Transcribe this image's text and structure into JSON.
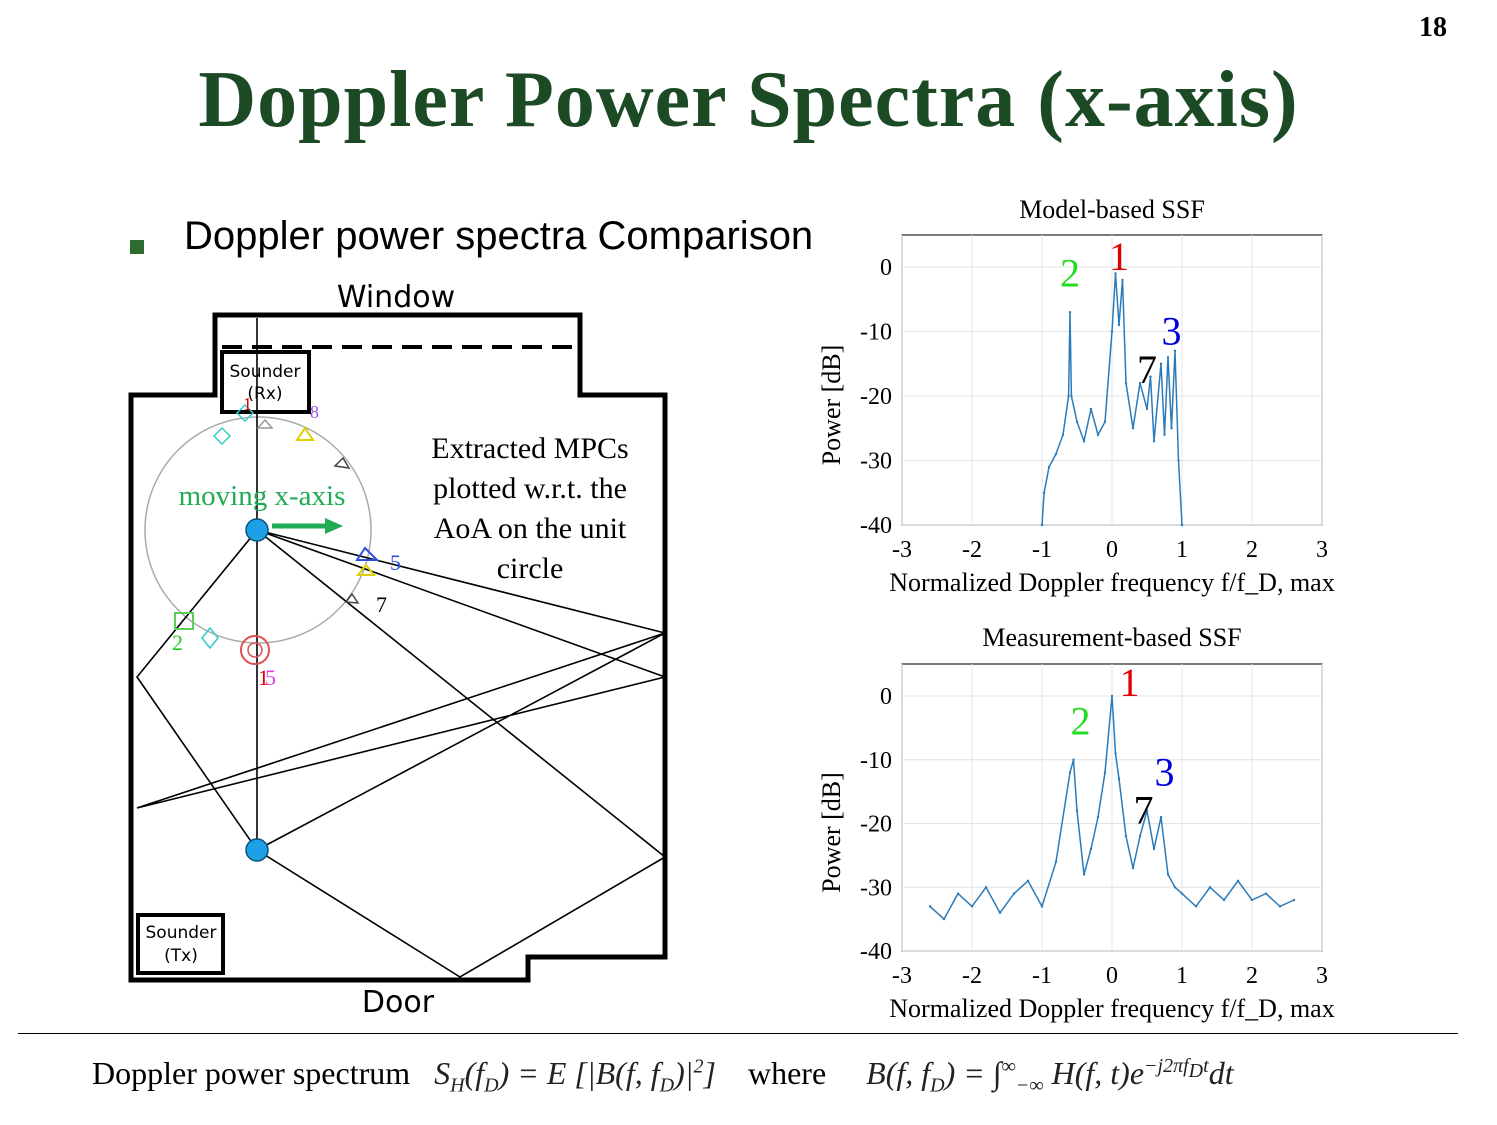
{
  "page_number": "18",
  "title": "Doppler Power Spectra (x-axis)",
  "bullet": "Doppler power spectra Comparison",
  "floorplan": {
    "window_label": "Window",
    "door_label": "Door",
    "rx_label_line1": "Sounder",
    "rx_label_line2": "(Rx)",
    "tx_label_line1": "Sounder",
    "tx_label_line2": "(Tx)",
    "moving_label": "moving x-axis",
    "annotation_lines": [
      "Extracted MPCs",
      "plotted w.r.t. the",
      "AoA on the unit",
      "circle"
    ],
    "mpc_labels": [
      "1",
      "2",
      "5",
      "7",
      "8",
      "1",
      "5"
    ]
  },
  "chart_data": [
    {
      "type": "line",
      "title": "Model-based SSF",
      "xlabel": "Normalized Doppler frequency f/f_D, max",
      "ylabel": "Power [dB]",
      "xlim": [
        -3,
        3
      ],
      "ylim": [
        -40,
        5
      ],
      "xticks": [
        "-3",
        "-2",
        "-1",
        "0",
        "1",
        "2",
        "3"
      ],
      "yticks": [
        "0",
        "-10",
        "-20",
        "-30",
        "-40"
      ],
      "grid": true,
      "peaks": [
        {
          "label": "1",
          "x": 0.1,
          "y": -0.5,
          "color": "#e00000"
        },
        {
          "label": "2",
          "x": -0.6,
          "y": -3,
          "color": "#22dd22"
        },
        {
          "label": "3",
          "x": 0.85,
          "y": -12,
          "color": "#0000dd"
        },
        {
          "label": "7",
          "x": 0.5,
          "y": -18,
          "color": "#000000"
        }
      ],
      "series": [
        {
          "x": [
            -1.0,
            -0.97,
            -0.9,
            -0.8,
            -0.7,
            -0.62,
            -0.6,
            -0.58,
            -0.5,
            -0.4,
            -0.3,
            -0.2,
            -0.1,
            0.0,
            0.05,
            0.1,
            0.15,
            0.2,
            0.3,
            0.4,
            0.5,
            0.55,
            0.6,
            0.7,
            0.75,
            0.8,
            0.85,
            0.9,
            0.95,
            1.0
          ],
          "values": [
            -40,
            -35,
            -31,
            -29,
            -26,
            -20,
            -7,
            -20,
            -24,
            -27,
            -22,
            -26,
            -24,
            -10,
            -1,
            -9,
            -2,
            -18,
            -25,
            -18,
            -22,
            -17,
            -27,
            -15,
            -26,
            -14,
            -25,
            -13,
            -30,
            -40
          ]
        }
      ]
    },
    {
      "type": "line",
      "title": "Measurement-based SSF",
      "xlabel": "Normalized Doppler frequency f/f_D, max",
      "ylabel": "Power [dB]",
      "xlim": [
        -3,
        3
      ],
      "ylim": [
        -40,
        5
      ],
      "xticks": [
        "-3",
        "-2",
        "-1",
        "0",
        "1",
        "2",
        "3"
      ],
      "yticks": [
        "0",
        "-10",
        "-20",
        "-30",
        "-40"
      ],
      "grid": true,
      "peaks": [
        {
          "label": "1",
          "x": 0.25,
          "y": 0,
          "color": "#e00000"
        },
        {
          "label": "2",
          "x": -0.45,
          "y": -6,
          "color": "#22dd22"
        },
        {
          "label": "3",
          "x": 0.75,
          "y": -14,
          "color": "#0000dd"
        },
        {
          "label": "7",
          "x": 0.45,
          "y": -20,
          "color": "#000000"
        }
      ],
      "series": [
        {
          "x": [
            -2.6,
            -2.4,
            -2.2,
            -2.0,
            -1.8,
            -1.6,
            -1.4,
            -1.2,
            -1.0,
            -0.8,
            -0.6,
            -0.55,
            -0.5,
            -0.4,
            -0.3,
            -0.2,
            -0.1,
            0.0,
            0.05,
            0.1,
            0.2,
            0.3,
            0.4,
            0.5,
            0.6,
            0.7,
            0.8,
            0.9,
            1.0,
            1.2,
            1.4,
            1.6,
            1.8,
            2.0,
            2.2,
            2.4,
            2.6
          ],
          "values": [
            -33,
            -35,
            -31,
            -33,
            -30,
            -34,
            -31,
            -29,
            -33,
            -26,
            -12,
            -10,
            -18,
            -28,
            -24,
            -19,
            -12,
            0,
            -9,
            -13,
            -22,
            -27,
            -22,
            -18,
            -24,
            -19,
            -28,
            -30,
            -31,
            -33,
            -30,
            -32,
            -29,
            -32,
            -31,
            -33,
            -32
          ]
        }
      ]
    }
  ],
  "formula": {
    "lead": "Doppler power spectrum",
    "lhs": "S",
    "lhs_sub": "H",
    "lhs_arg": "(f",
    "lhs_arg_sub": "D",
    "lhs_rest": ") = E [|B(f, f",
    "lhs_rest_sub": "D",
    "lhs_end": ")|",
    "lhs_sup": "2",
    "lhs_close": "]",
    "where": "where",
    "rhs": "B(f, f",
    "rhs_sub": "D",
    "rhs_eq": ") = ∫",
    "int_upper": "∞",
    "int_lower": "−∞",
    "rhs_body": "H(f, t)e",
    "rhs_sup": "−j2πf",
    "rhs_sup_sub": "D",
    "rhs_sup_t": "t",
    "rhs_end": "dt"
  },
  "colors": {
    "title": "#1b4a25",
    "bullet": "#2e6b2f",
    "plot_line": "#2b7bba",
    "moving": "#22aa55",
    "node": "#1ea0e6"
  }
}
